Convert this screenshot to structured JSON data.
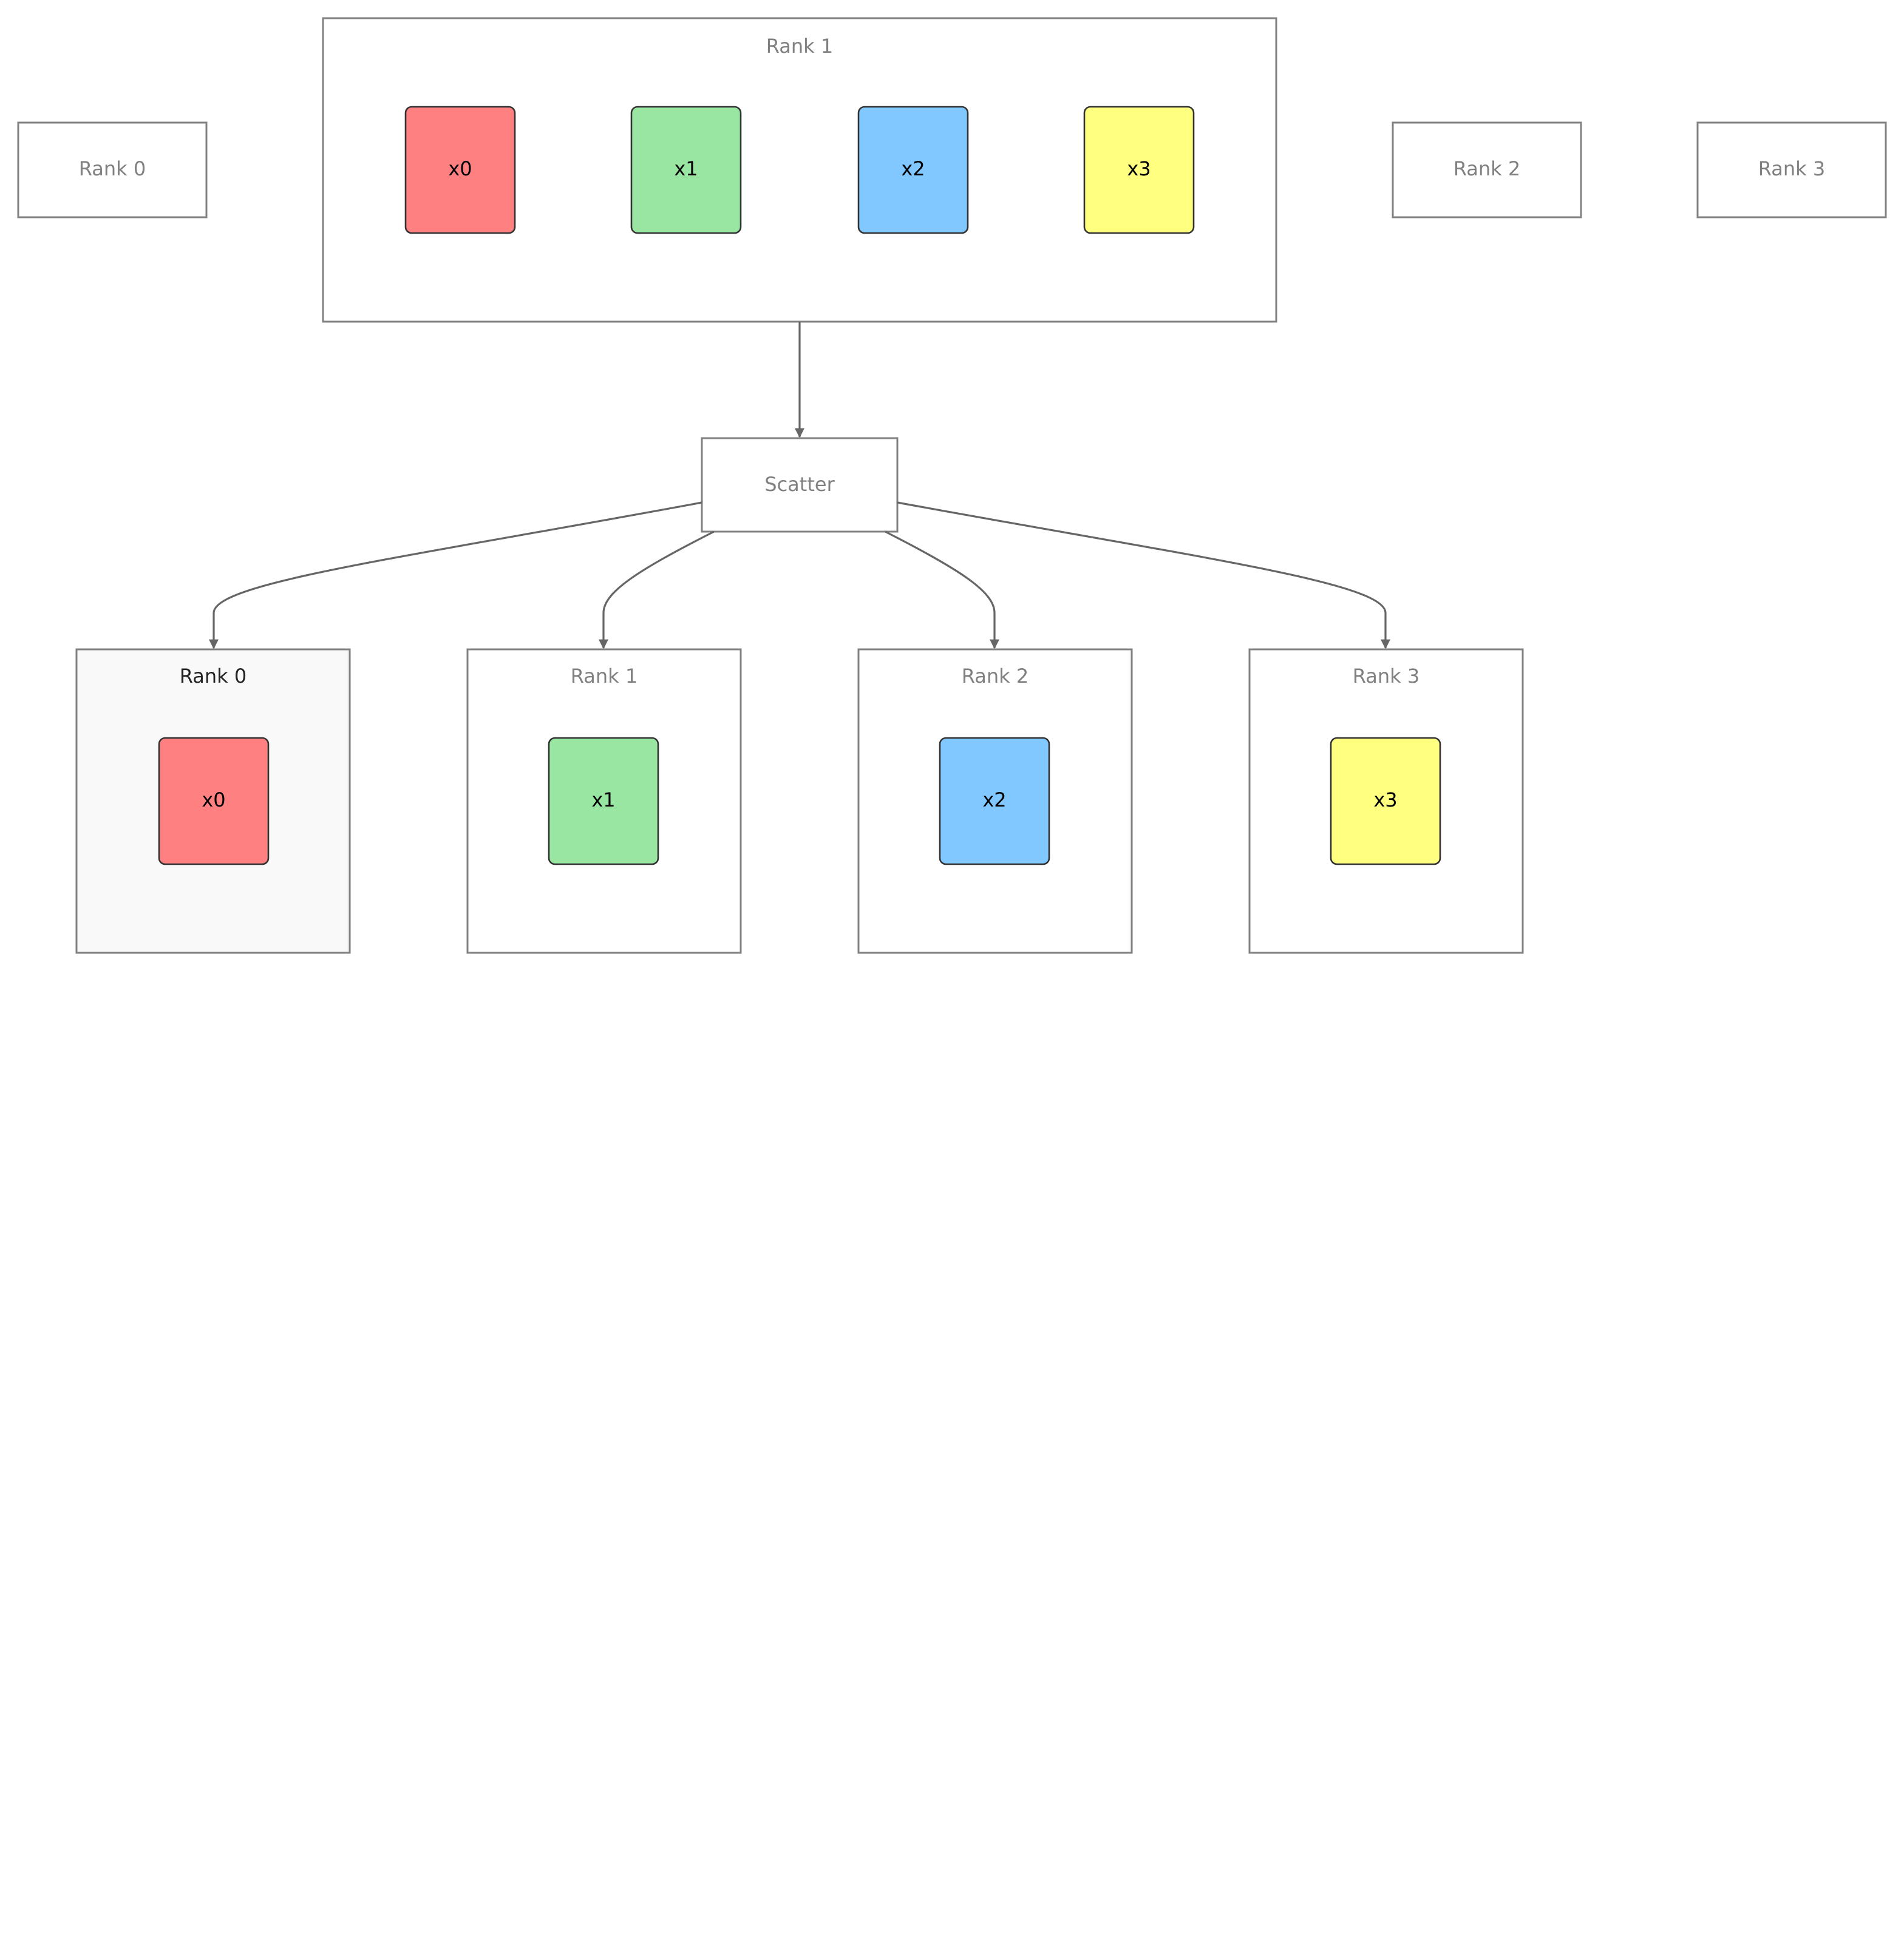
{
  "colors": {
    "x0": "#ff8080",
    "x1": "#98e6a2",
    "x2": "#80c8ff",
    "x3": "#ffff80"
  },
  "top": {
    "rank0": "Rank 0",
    "rank1": "Rank 1",
    "rank2": "Rank 2",
    "rank3": "Rank 3",
    "chips": [
      "x0",
      "x1",
      "x2",
      "x3"
    ]
  },
  "scatter": {
    "label": "Scatter"
  },
  "bottom": {
    "groups": [
      {
        "label": "Rank 0",
        "chip": "x0"
      },
      {
        "label": "Rank 1",
        "chip": "x1"
      },
      {
        "label": "Rank 2",
        "chip": "x2"
      },
      {
        "label": "Rank 3",
        "chip": "x3"
      }
    ]
  }
}
